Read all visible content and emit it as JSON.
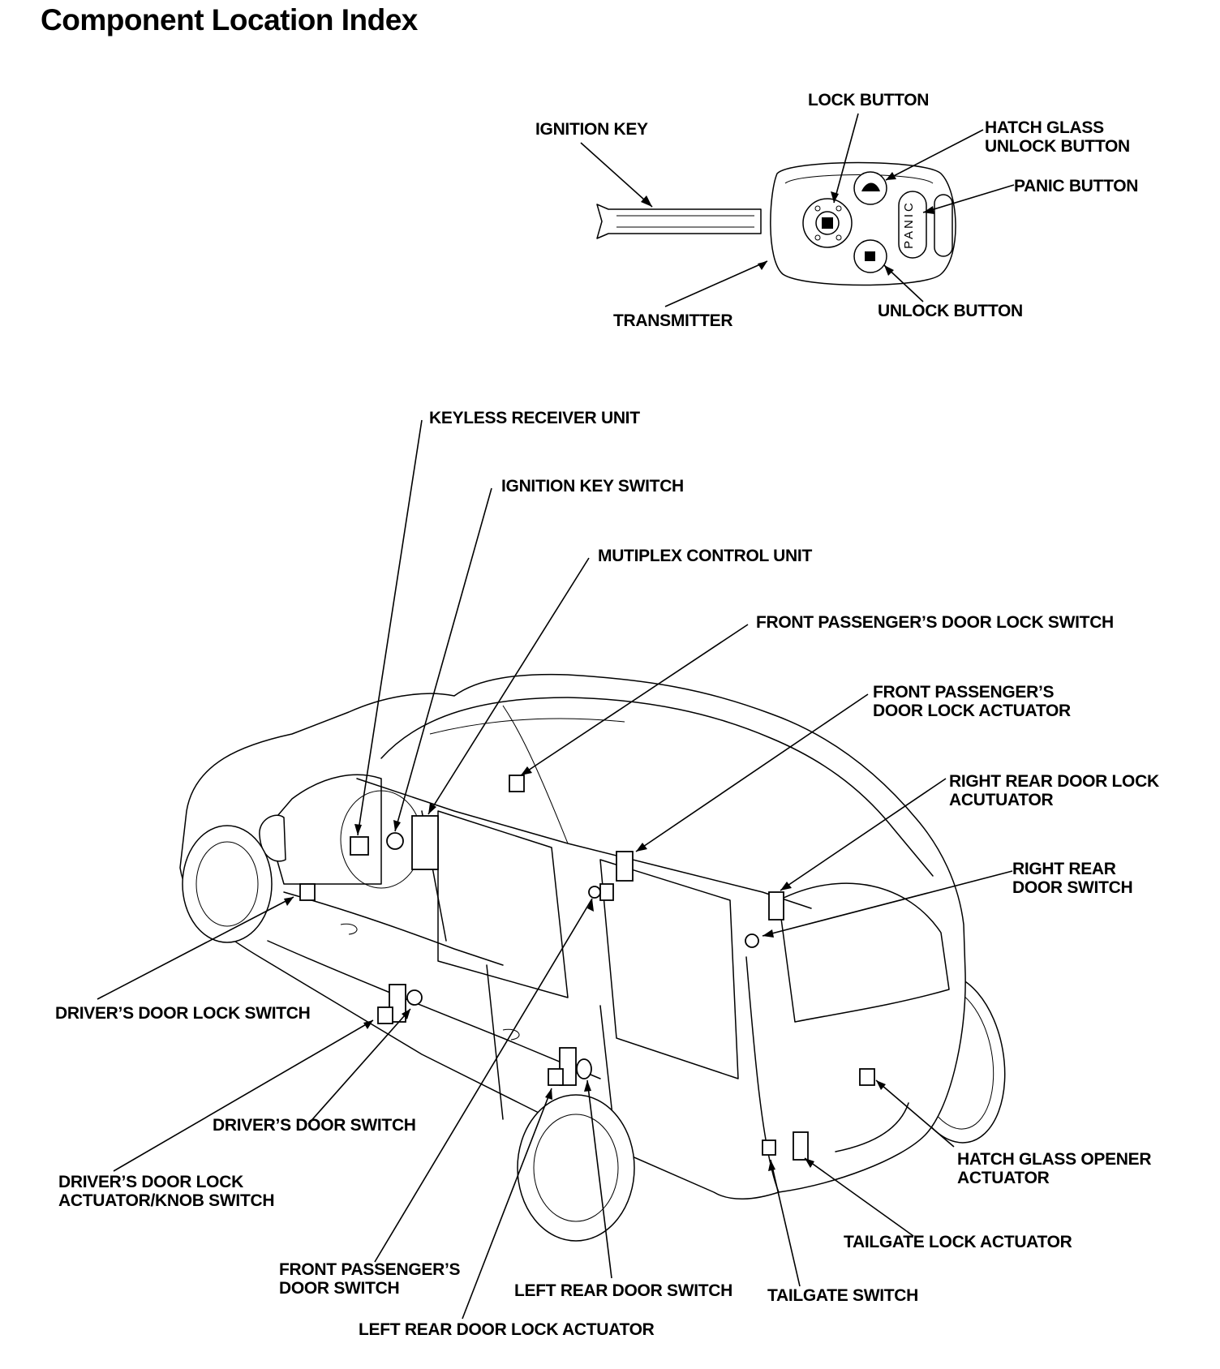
{
  "title": "Component Location Index",
  "key_labels": {
    "ignition_key": "IGNITION KEY",
    "lock_button": "LOCK BUTTON",
    "hatch_glass_unlock_button": [
      "HATCH GLASS",
      "UNLOCK BUTTON"
    ],
    "panic_button": "PANIC BUTTON",
    "transmitter": "TRANSMITTER",
    "unlock_button": "UNLOCK BUTTON",
    "panic_text": "PANIC"
  },
  "vehicle_labels": {
    "keyless_receiver_unit": "KEYLESS RECEIVER UNIT",
    "ignition_key_switch": "IGNITION KEY SWITCH",
    "multiplex_control_unit": "MUTIPLEX CONTROL UNIT",
    "front_passenger_door_lock_switch": "FRONT PASSENGER’S DOOR LOCK SWITCH",
    "front_passenger_door_lock_actuator": [
      "FRONT PASSENGER’S",
      "DOOR LOCK ACTUATOR"
    ],
    "right_rear_door_lock_actuator": [
      "RIGHT REAR DOOR LOCK",
      "ACUTUATOR"
    ],
    "right_rear_door_switch": [
      "RIGHT REAR",
      "DOOR SWITCH"
    ],
    "drivers_door_lock_switch": "DRIVER’S DOOR LOCK SWITCH",
    "drivers_door_switch": "DRIVER’S DOOR SWITCH",
    "drivers_door_lock_actuator_knob_switch": [
      "DRIVER’S DOOR LOCK",
      "ACTUATOR/KNOB SWITCH"
    ],
    "hatch_glass_opener_actuator": [
      "HATCH GLASS OPENER",
      "ACTUATOR"
    ],
    "tailgate_lock_actuator": "TAILGATE LOCK ACTUATOR",
    "front_passenger_door_switch": [
      "FRONT PASSENGER’S",
      "DOOR SWITCH"
    ],
    "left_rear_door_switch": "LEFT REAR DOOR SWITCH",
    "tailgate_switch": "TAILGATE SWITCH",
    "left_rear_door_lock_actuator": "LEFT REAR DOOR LOCK ACTUATOR"
  }
}
